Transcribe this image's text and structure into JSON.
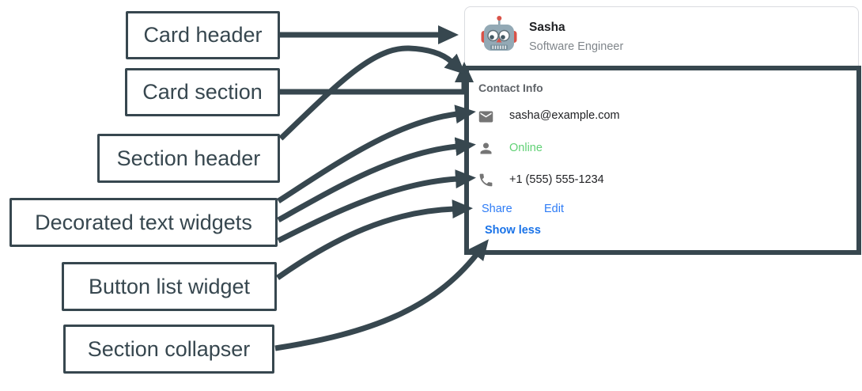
{
  "annotations": {
    "labels": [
      {
        "text": "Card header",
        "target": "card-header"
      },
      {
        "text": "Card section",
        "target": "card-section"
      },
      {
        "text": "Section header",
        "target": "section-header"
      },
      {
        "text": "Decorated text widgets",
        "target": "decorated-text-widgets"
      },
      {
        "text": "Button list widget",
        "target": "button-list-widget"
      },
      {
        "text": "Section collapser",
        "target": "section-collapser"
      }
    ]
  },
  "card": {
    "header": {
      "avatar_icon": "robot-icon",
      "name": "Sasha",
      "subtitle": "Software Engineer"
    },
    "section": {
      "title": "Contact Info",
      "decorated_text": [
        {
          "icon": "email-icon",
          "text": "sasha@example.com"
        },
        {
          "icon": "person-icon",
          "text": "Online"
        },
        {
          "icon": "phone-icon",
          "text": "+1 (555) 555-1234"
        }
      ],
      "buttons": [
        {
          "label": "Share"
        },
        {
          "label": "Edit"
        }
      ],
      "collapser": {
        "label": "Show less"
      }
    }
  },
  "colors": {
    "annotation_dark": "#37474f",
    "card_border": "#dadce0",
    "title_text": "#202124",
    "subtitle_text": "#80868b",
    "section_title_text": "#5f6368",
    "body_text": "#202124",
    "online_green": "#60d175",
    "button_blue": "#2e7cf6",
    "collapser_blue": "#1a73e8",
    "icon_gray": "#757575"
  }
}
